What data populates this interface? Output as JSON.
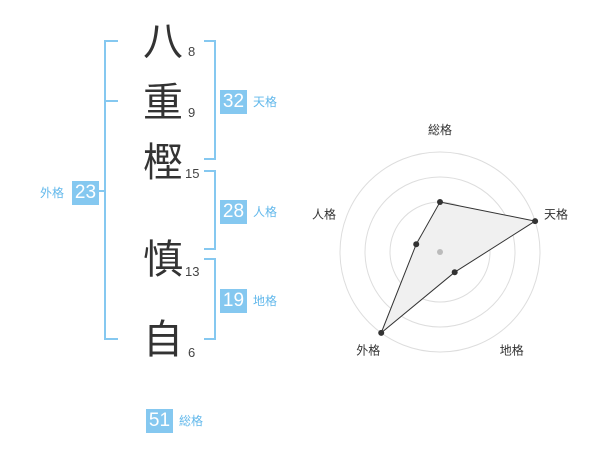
{
  "name_chars": [
    {
      "char": "八",
      "strokes": "8"
    },
    {
      "char": "重",
      "strokes": "9"
    },
    {
      "char": "樫",
      "strokes": "15"
    },
    {
      "char": "慎",
      "strokes": "13"
    },
    {
      "char": "自",
      "strokes": "6"
    }
  ],
  "fortunes": {
    "tenkaku": {
      "value": "32",
      "label": "天格"
    },
    "jinkaku": {
      "value": "28",
      "label": "人格"
    },
    "chikaku": {
      "value": "19",
      "label": "地格"
    },
    "gaikaku": {
      "value": "23",
      "label": "外格"
    },
    "soukaku": {
      "value": "51",
      "label": "総格"
    }
  },
  "colors": {
    "accent": "#85c8f0",
    "label": "#62b8eb",
    "text": "#333333"
  },
  "chart_data": {
    "type": "radar",
    "axes": [
      "総格",
      "天格",
      "地格",
      "外格",
      "人格"
    ],
    "levels": 4,
    "values": [
      0.5,
      1.0,
      0.25,
      1.0,
      0.25
    ]
  }
}
